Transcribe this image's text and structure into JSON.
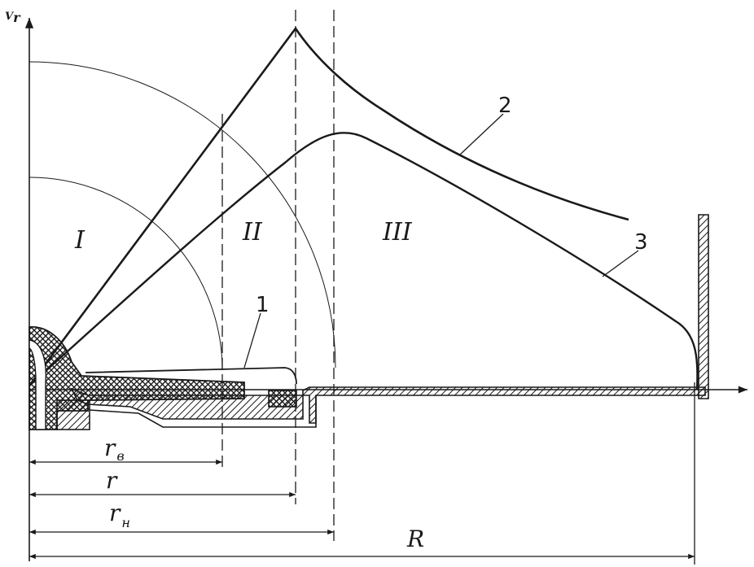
{
  "axis": {
    "vertical_label": "V",
    "vertical_sub": "r"
  },
  "zones": {
    "zone_1": "I",
    "zone_2": "II",
    "zone_3": "III"
  },
  "curves": {
    "curve_1": "1",
    "curve_2": "2",
    "curve_3": "3"
  },
  "dimensions": {
    "r_inner": "r",
    "r_inner_sub": "в",
    "r_mid": "r",
    "r_outer": "r",
    "r_outer_sub": "н",
    "r_total": "R"
  },
  "colors": {
    "ink": "#1a1a1a",
    "hatch": "#1a1a1a",
    "background": "#ffffff"
  }
}
